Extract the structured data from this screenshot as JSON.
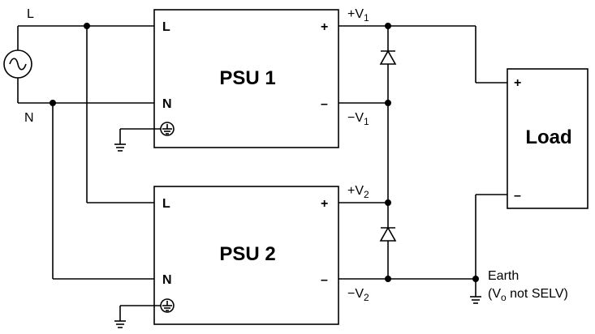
{
  "source": {
    "line_label": "L",
    "neutral_label": "N"
  },
  "psu1": {
    "name": "PSU 1",
    "term_l": "L",
    "term_n": "N",
    "term_plus": "+",
    "term_minus": "–",
    "out_plus": {
      "sign": "+V",
      "index": "1"
    },
    "out_minus": {
      "sign": "−V",
      "index": "1"
    }
  },
  "psu2": {
    "name": "PSU 2",
    "term_l": "L",
    "term_n": "N",
    "term_plus": "+",
    "term_minus": "–",
    "out_plus": {
      "sign": "+V",
      "index": "2"
    },
    "out_minus": {
      "sign": "−V",
      "index": "2"
    }
  },
  "load": {
    "name": "Load",
    "term_plus": "+",
    "term_minus": "–"
  },
  "earth": {
    "line1": "Earth",
    "line2_open": "(V",
    "line2_sub": "o",
    "line2_rest": " not SELV)"
  }
}
